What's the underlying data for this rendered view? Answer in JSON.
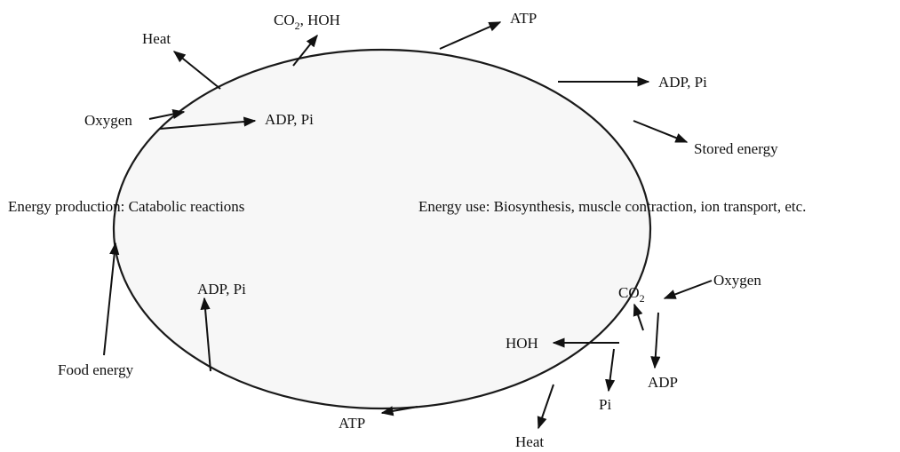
{
  "labels": {
    "heat_top": "Heat",
    "co2_hoh_top_co": "CO",
    "co2_hoh_top_sub": "2",
    "co2_hoh_top_rest": ", HOH",
    "atp_top": "ATP",
    "adp_pi_top_right": "ADP, Pi",
    "oxygen_left": "Oxygen",
    "adp_pi_left": "ADP, Pi",
    "stored_energy": "Stored energy",
    "energy_production": "Energy production: Catabolic reactions",
    "energy_use": "Energy use: Biosynthesis, muscle contraction, ion transport, etc.",
    "adp_pi_bottom_left": "ADP, Pi",
    "food_energy": "Food energy",
    "co2_bottom_co": "CO",
    "co2_bottom_sub": "2",
    "oxygen_right": "Oxygen",
    "hoh_bottom": "HOH",
    "pi_bottom": "Pi",
    "adp_bottom": "ADP",
    "atp_bottom": "ATP",
    "heat_bottom": "Heat"
  },
  "colors": {
    "ink": "#111111",
    "ellipse_fill": "#f7f7f7"
  }
}
